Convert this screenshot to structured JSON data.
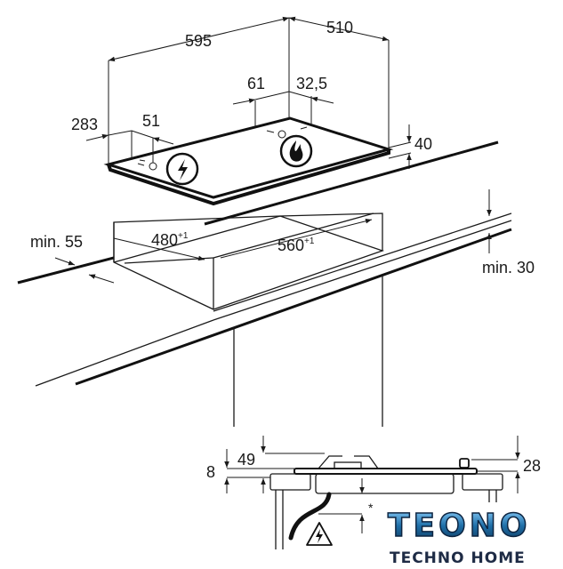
{
  "dimensions": {
    "width": "595",
    "depth": "510",
    "d61": "61",
    "d32_5": "32,5",
    "d283": "283",
    "d51": "51",
    "d40": "40",
    "min55": "min. 55",
    "cut_depth": "480",
    "cut_depth_tol": "+1",
    "cut_width": "560",
    "cut_width_tol": "+1",
    "min30": "min. 30",
    "d8": "8",
    "d49": "49",
    "d28": "28",
    "asterisk": "*"
  },
  "icons": [
    "electric-zone-icon",
    "gas-flame-icon",
    "high-voltage-warning-icon"
  ],
  "logo": {
    "title": "TEONO",
    "subtitle": "TECHNO HOME"
  },
  "colors": {
    "line": "#1a1a1a",
    "logo_blue": "#1f6fa8",
    "logo_dark": "#1e2b45"
  }
}
